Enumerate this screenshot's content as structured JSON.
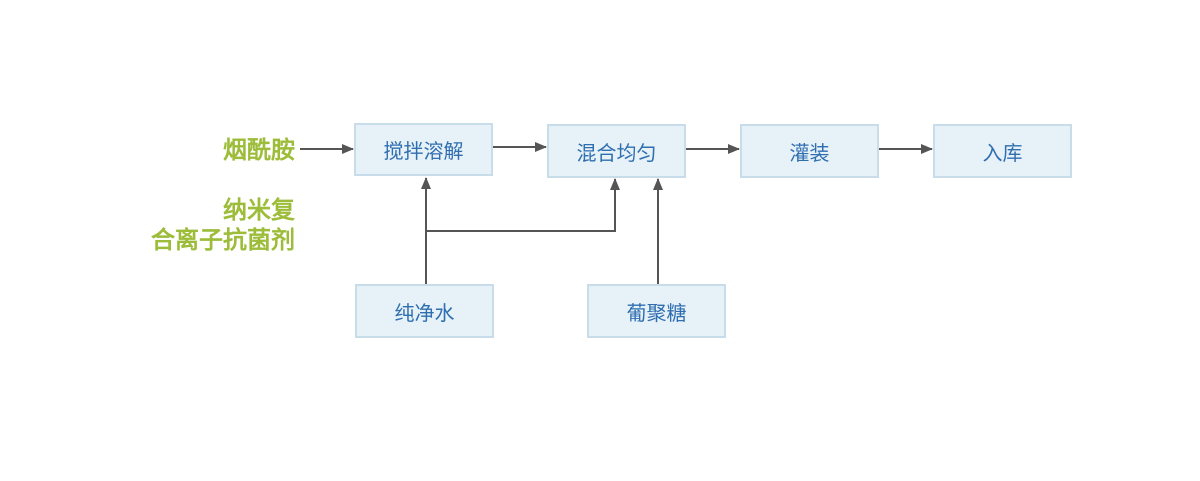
{
  "labels": {
    "niacinamide": "烟酰胺",
    "antibacterial_line1": "纳米复",
    "antibacterial_line2": "合离子抗菌剂"
  },
  "nodes": {
    "stir_dissolve": "搅拌溶解",
    "mix_evenly": "混合均匀",
    "filling": "灌装",
    "warehousing": "入库",
    "pure_water": "纯净水",
    "glucose": "葡聚糖"
  },
  "colors": {
    "label": "#9dbd3a",
    "box_fill": "#e7f1f8",
    "box_border": "#c9dce9",
    "box_text": "#2f6fb0",
    "arrow": "#555555"
  }
}
